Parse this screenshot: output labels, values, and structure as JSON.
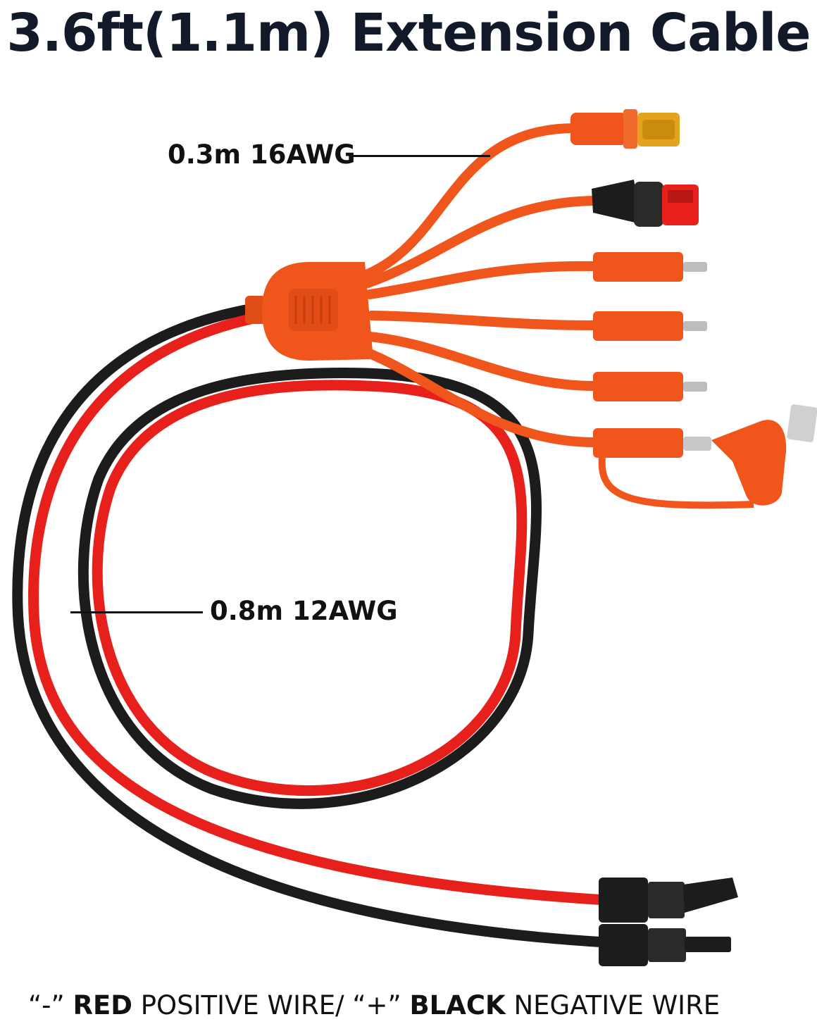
{
  "title": "3.6ft(1.1m) Extension Cable",
  "labels": {
    "upper": "0.3m 16AWG",
    "lower": "0.8m 12AWG"
  },
  "footer": {
    "neg_symbol": "“-”",
    "red_word": "RED",
    "positive_text": "POSITIVE WIRE/",
    "pos_symbol": "“+”",
    "black_word": "BLACK",
    "negative_text": "NEGATIVE WIRE"
  },
  "colors": {
    "orange": "#f0561c",
    "red": "#e8201c",
    "black": "#1c1c1c",
    "xt60_yellow": "#e2a41a"
  }
}
